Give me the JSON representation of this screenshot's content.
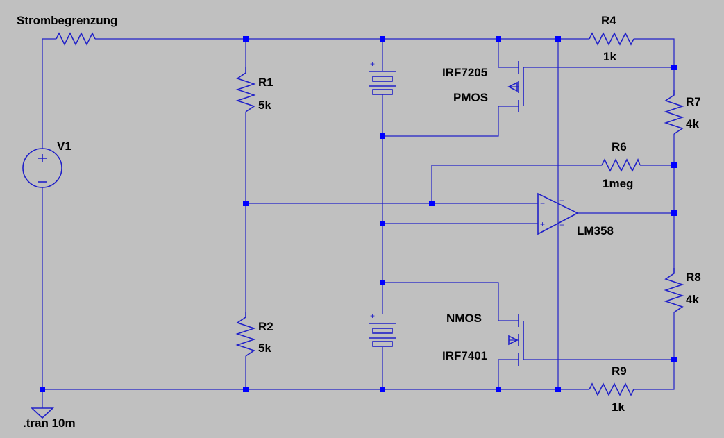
{
  "labels": {
    "strombegrenzung": "Strombegrenzung",
    "r4_name": "R4",
    "r4_value": "1k",
    "r1_name": "R1",
    "r1_value": "5k",
    "r2_name": "R2",
    "r2_value": "5k",
    "r7_name": "R7",
    "r7_value": "4k",
    "r6_name": "R6",
    "r6_value": "1meg",
    "r8_name": "R8",
    "r8_value": "4k",
    "r9_name": "R9",
    "r9_value": "1k",
    "v1_name": "V1",
    "pmos_part": "IRF7205",
    "pmos_type": "PMOS",
    "nmos_type": "NMOS",
    "nmos_part": "IRF7401",
    "opamp": "LM358",
    "directive": ".tran 10m",
    "battery_plus": "+",
    "opamp_plus": "+",
    "opamp_minus": "−"
  },
  "colors": {
    "background": "#c0c0c0",
    "wire": "#2020c8",
    "junction": "#0000ff",
    "text": "#000000"
  }
}
